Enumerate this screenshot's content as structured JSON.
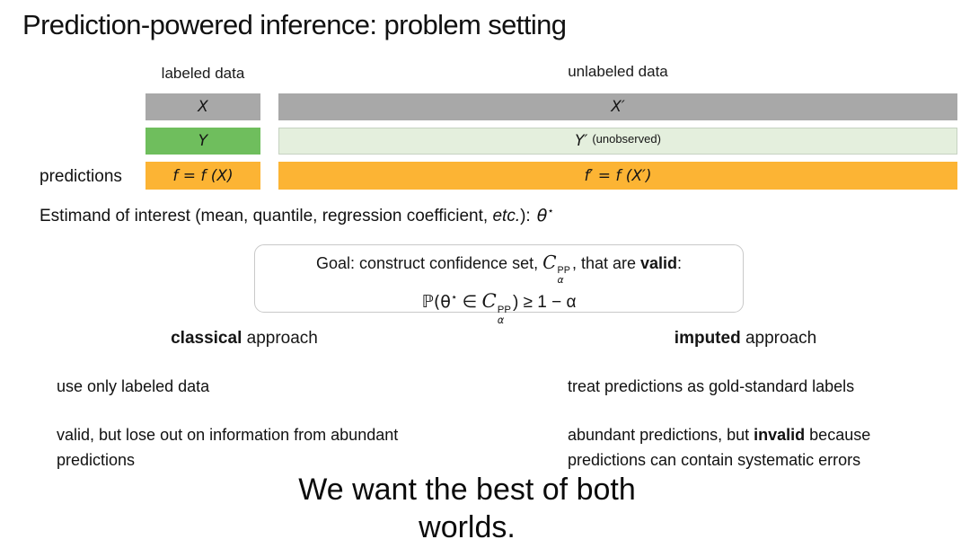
{
  "title": "Prediction-powered inference: problem setting",
  "colors": {
    "gray_bar": "#a8a8a8",
    "green_bar": "#6fbe5d",
    "light_green_bar": "#e4efdd",
    "light_green_border": "#c6d2c2",
    "orange_bar": "#fcb434"
  },
  "headers": {
    "labeled": "labeled data",
    "unlabeled": "unlabeled data"
  },
  "row_label": "predictions",
  "bars": {
    "x": "X",
    "y": "Y",
    "f_eq": "f = f (X)",
    "x_prime": "X′",
    "y_prime": "Y′",
    "y_prime_note": "(unobserved)",
    "f_prime_eq": "f′ = f (X′)"
  },
  "estimand": {
    "prefix": "Estimand of interest (mean, quantile, regression coefficient, ",
    "etc": "etc.",
    "close": "):",
    "theta": "θ",
    "star": "⋆"
  },
  "goal": {
    "line1_pre": "Goal:  construct confidence set, ",
    "set_symbol": "C",
    "sup": "PP",
    "sub": "α",
    "line1_mid": ", that are ",
    "valid": "valid",
    "line1_end": ":",
    "line2_pre": "ℙ(θ",
    "line2_star": "⋆",
    "line2_in": " ∈ ",
    "line2_close": ") ≥ 1 − α"
  },
  "classical": {
    "heading_bold": "classical",
    "heading_rest": " approach",
    "point1": "use only labeled data",
    "point2": "valid, but lose out on information from abundant predictions"
  },
  "imputed": {
    "heading_bold": "imputed",
    "heading_rest": " approach",
    "point1": "treat predictions as gold-standard labels",
    "point2_pre": "abundant predictions, but ",
    "point2_bold": "invalid",
    "point2_post": " because predictions can contain systematic errors"
  },
  "conclusion": "We want the best of both worlds."
}
